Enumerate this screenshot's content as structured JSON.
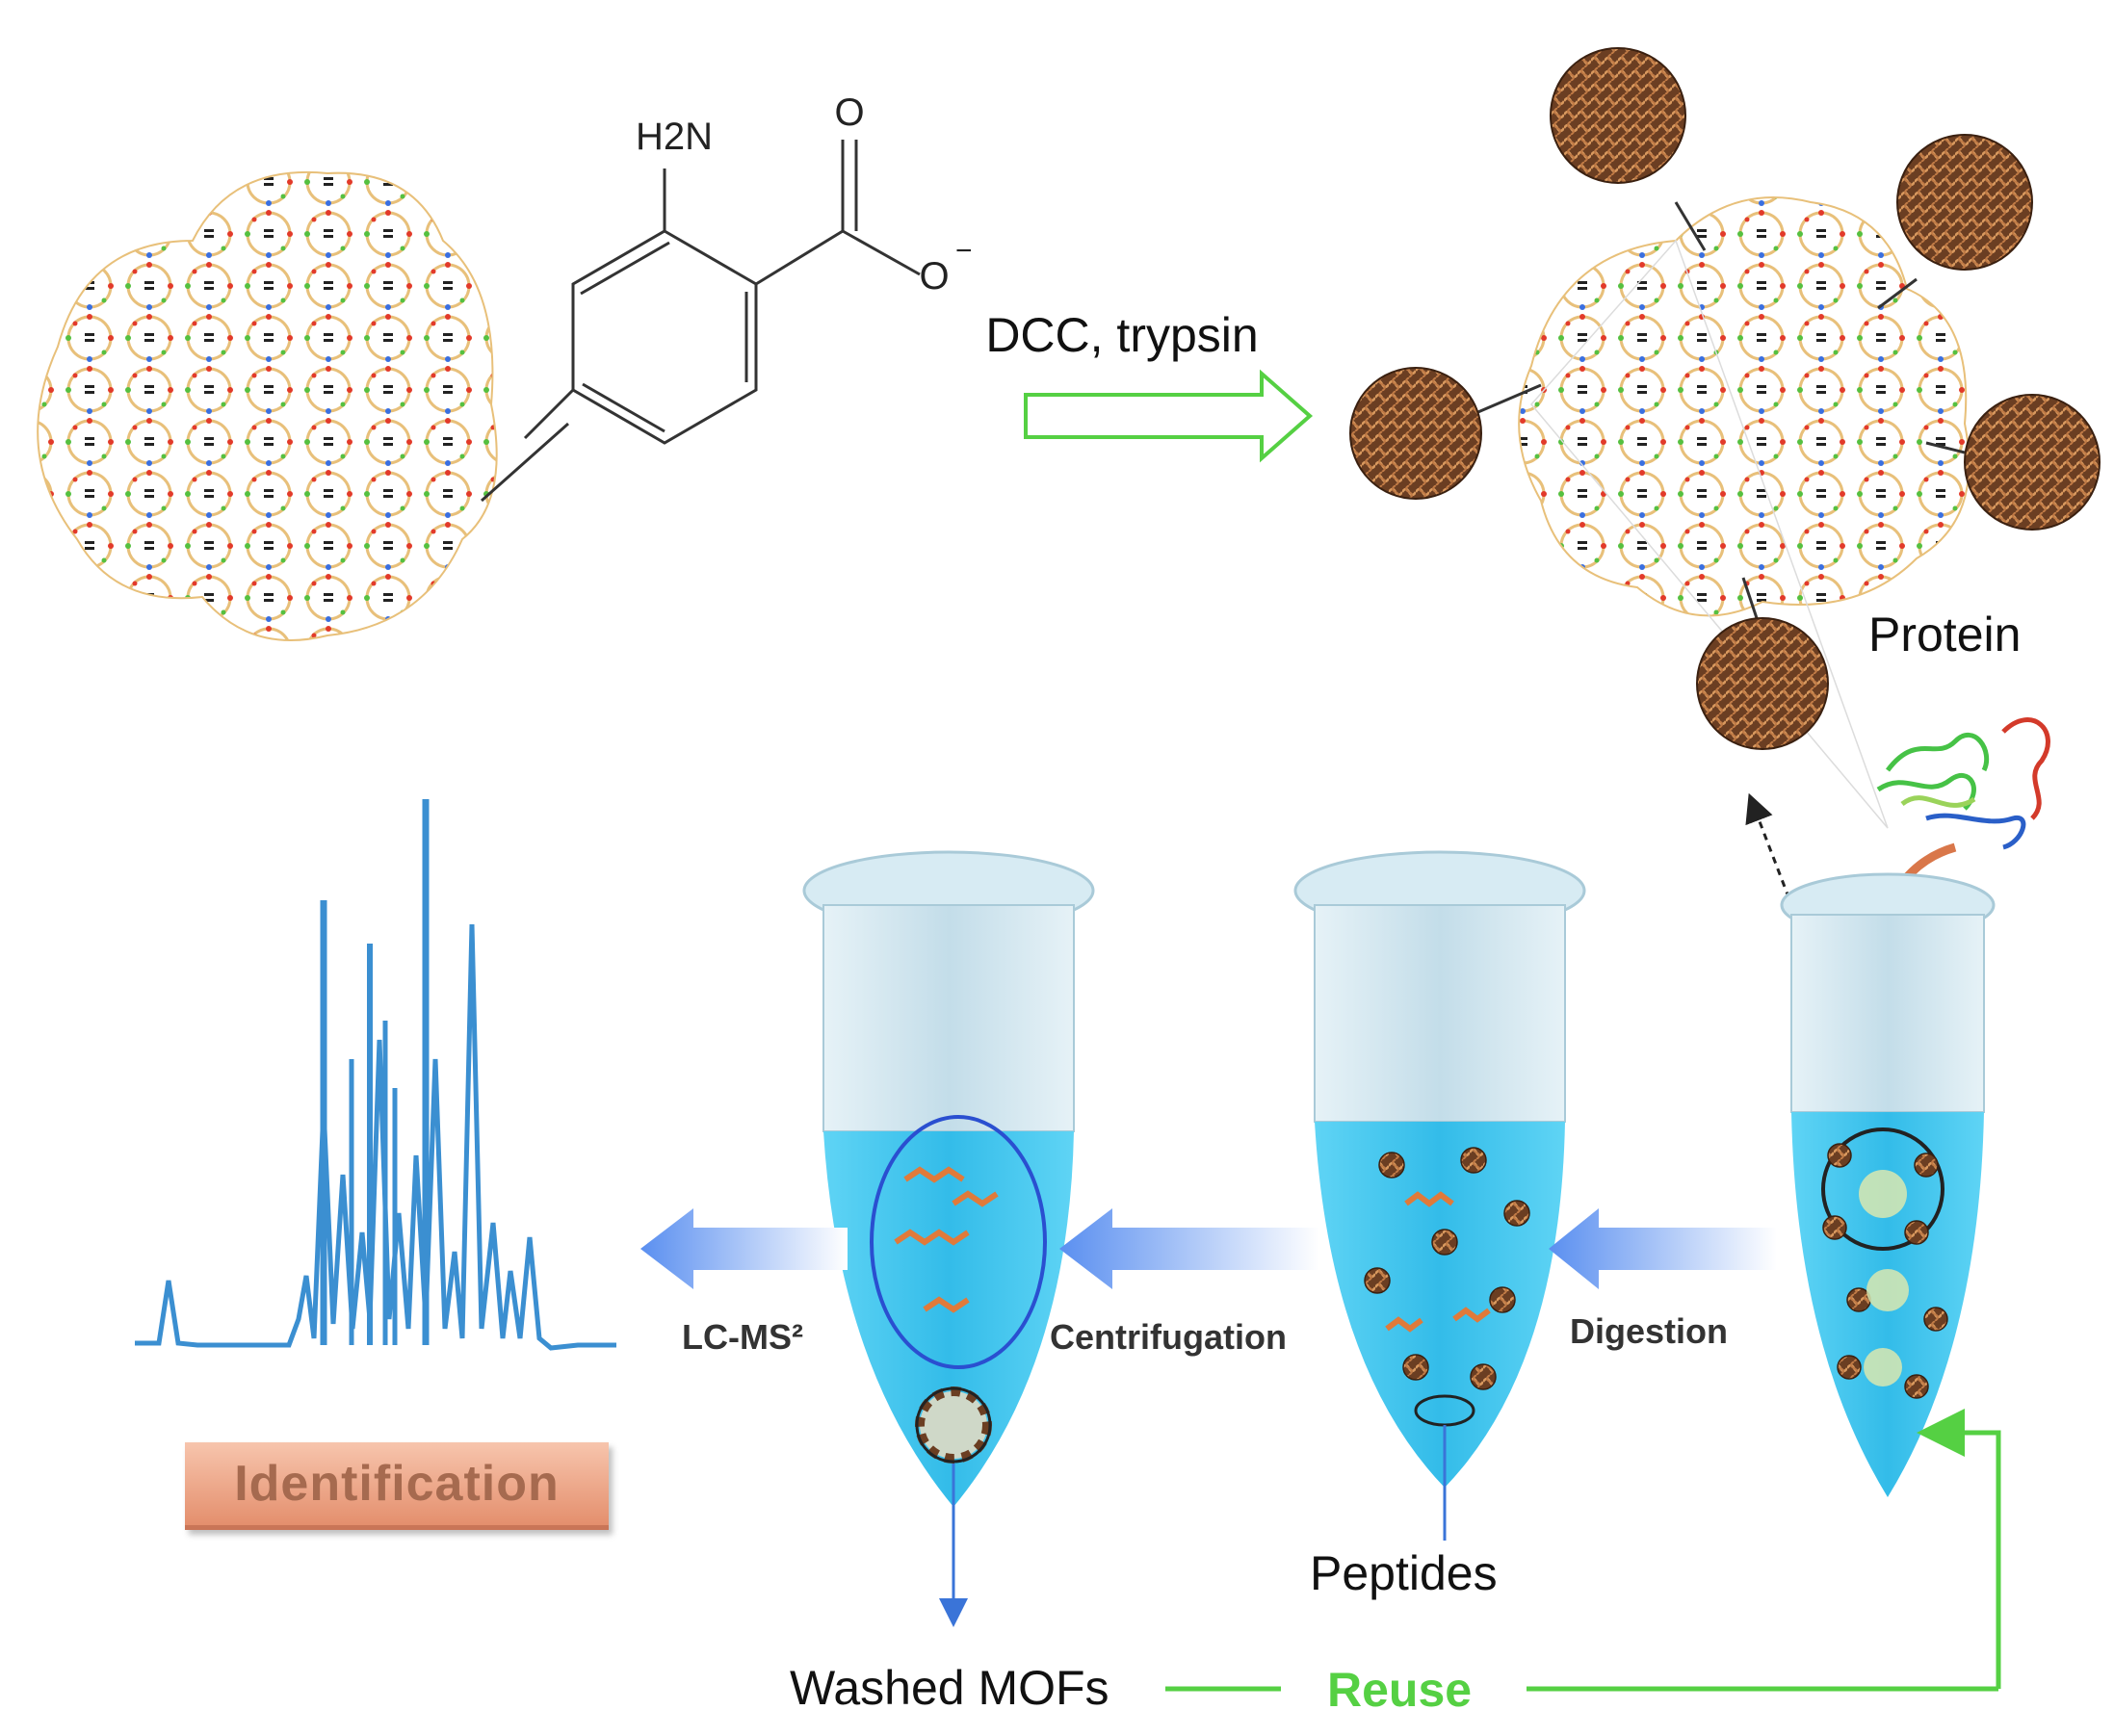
{
  "reaction": {
    "label": "DCC, trypsin",
    "amine": "H2N",
    "carbonyl_o": "O",
    "oxide_o": "O"
  },
  "labels": {
    "protein": "Protein",
    "peptides": "Peptides",
    "washed": "Washed MOFs",
    "reuse": "Reuse",
    "identification": "Identification",
    "lcms": "LC-MS²",
    "centrifugation": "Centrifugation",
    "digestion": "Digestion"
  },
  "colors": {
    "tube_liquid": "#3dc1ee",
    "tube_body": "#cfe6f0",
    "flow_arrow": "#6e9ff0",
    "reuse_arrow": "#55d043",
    "spectrum": "#3b8fd1",
    "protein_blob": "#7a4a2a",
    "peptide": "#e07a3a",
    "mof_pore": "#e9c98a"
  }
}
